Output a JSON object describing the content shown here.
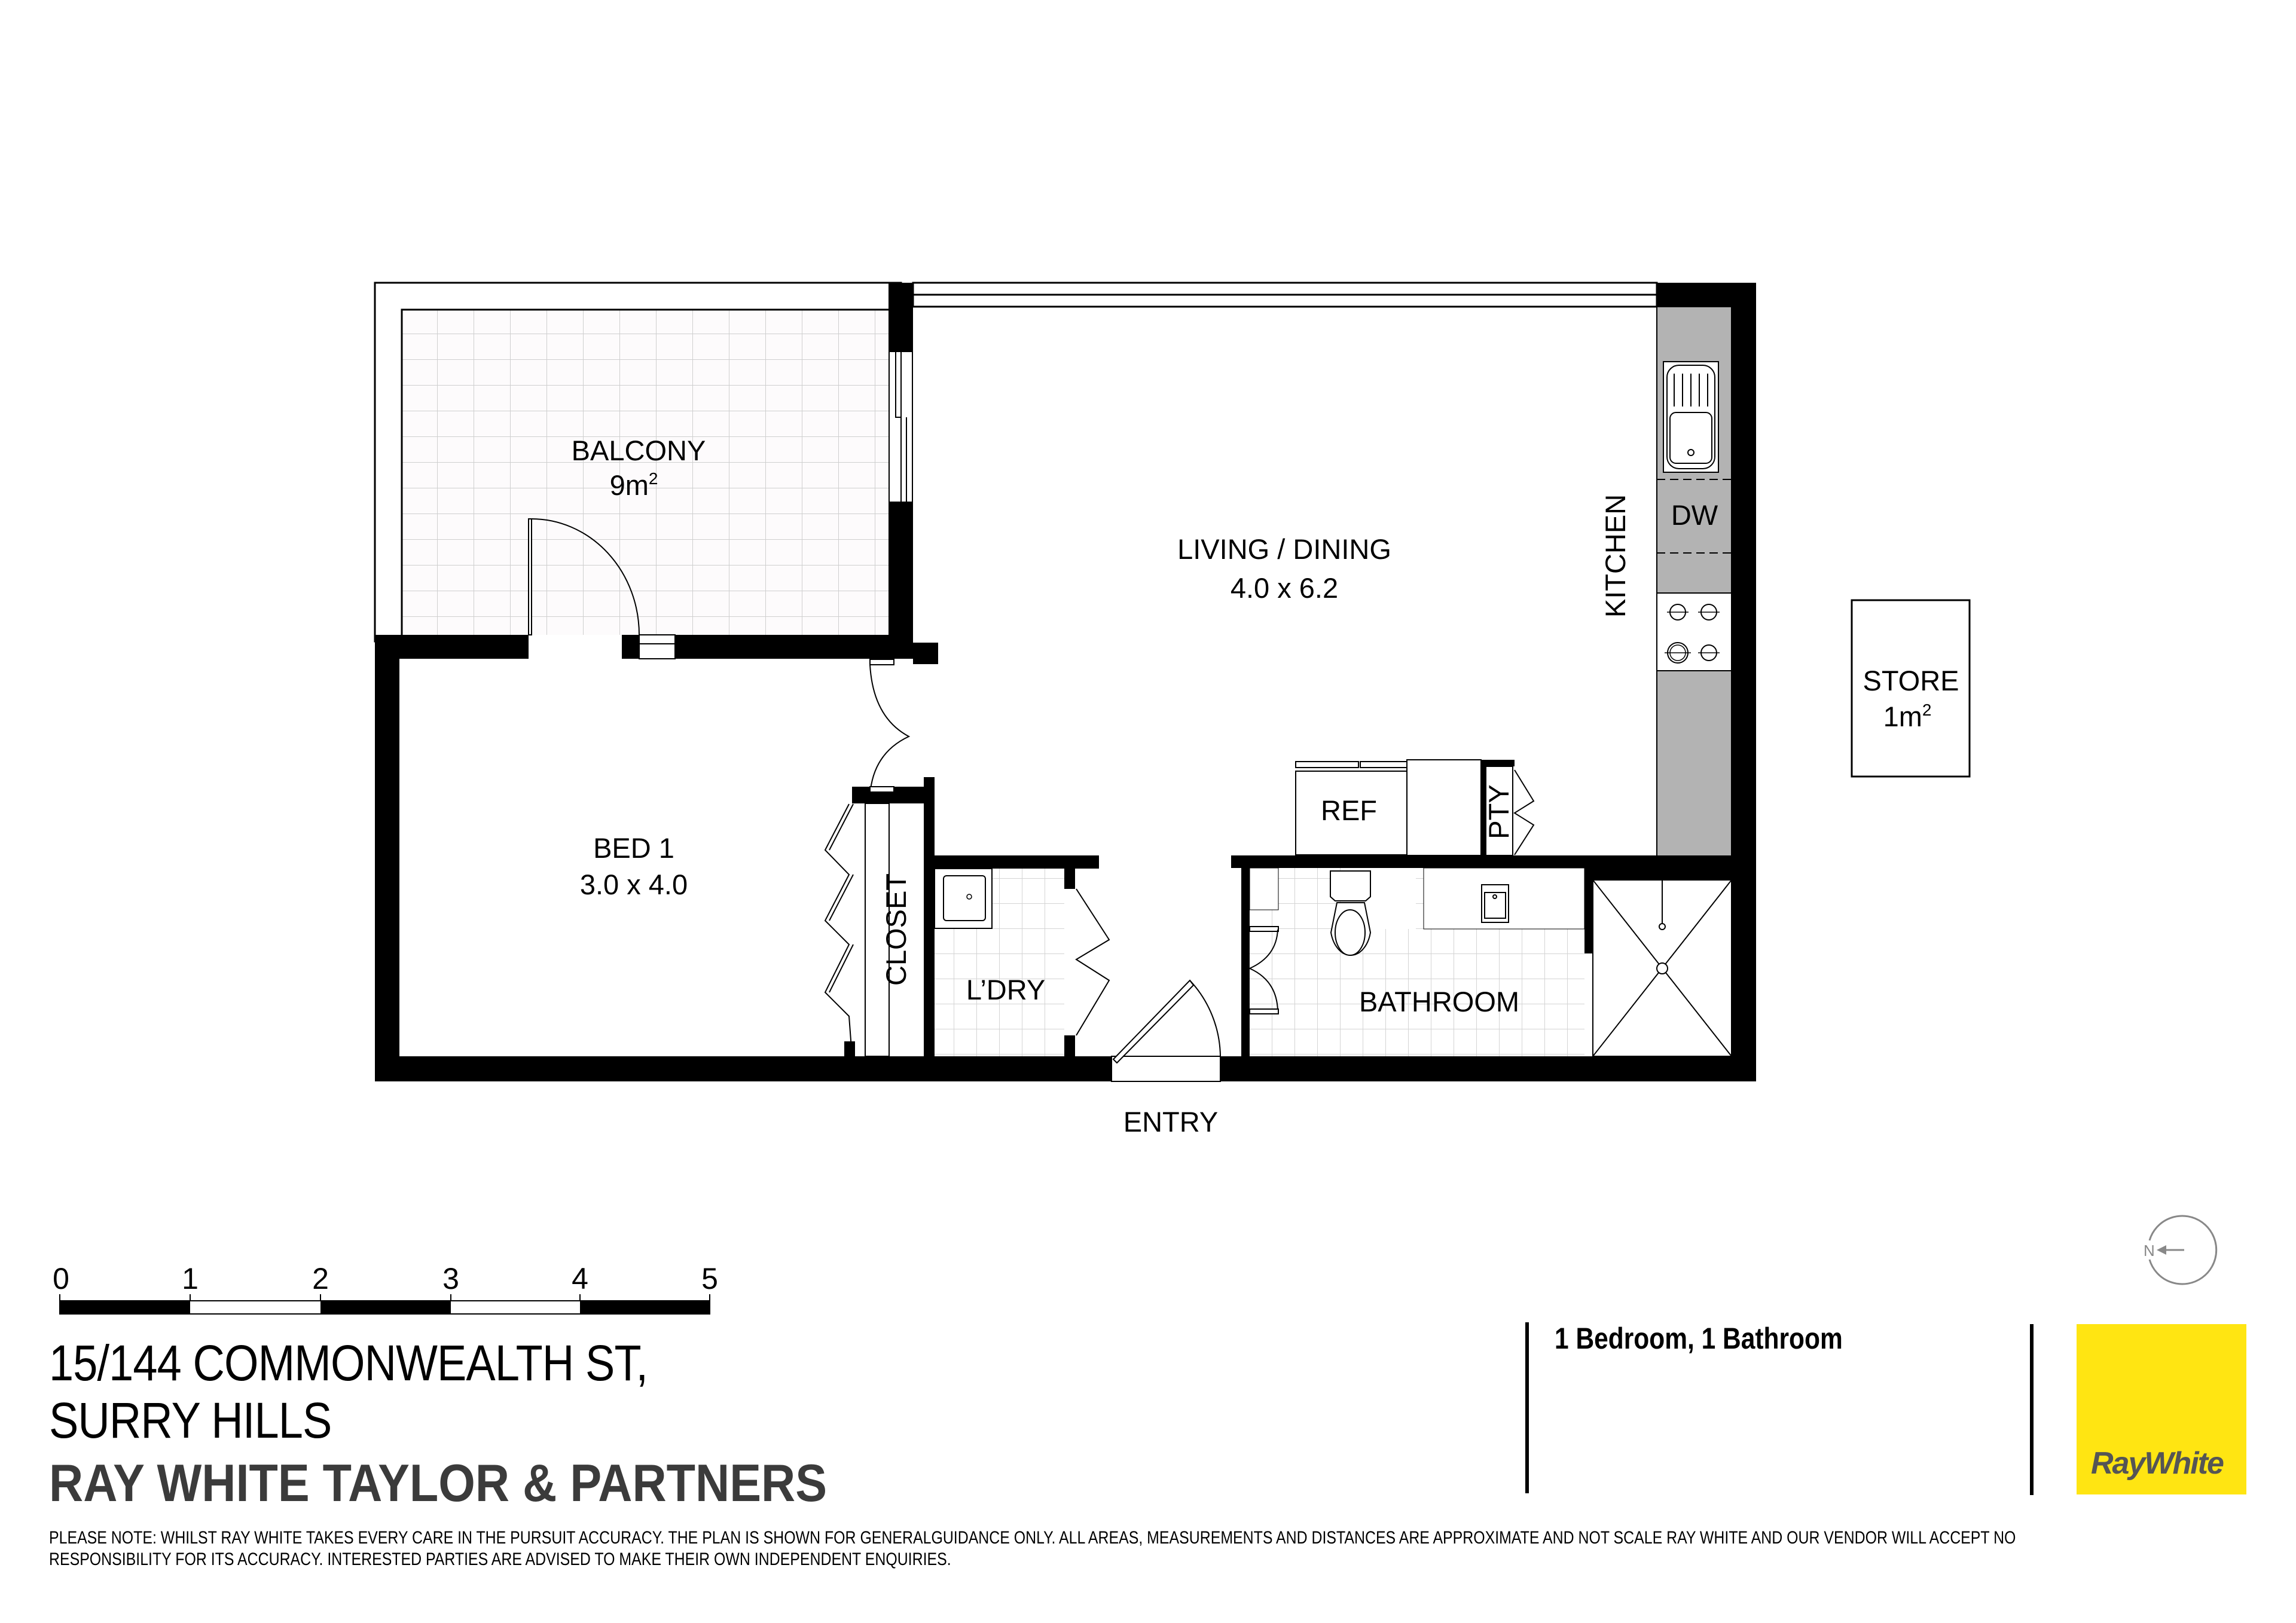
{
  "rooms": {
    "balcony": {
      "name": "BALCONY",
      "area": "9m",
      "unit_sup": "2"
    },
    "living": {
      "name": "LIVING / DINING",
      "dims": "4.0 x 6.2"
    },
    "kitchen": {
      "name": "KITCHEN"
    },
    "dishwasher": {
      "name": "DW"
    },
    "store": {
      "name": "STORE",
      "area": "1m",
      "unit_sup": "2"
    },
    "bed1": {
      "name": "BED 1",
      "dims": "3.0 x 4.0"
    },
    "closet": {
      "name": "CLOSET"
    },
    "laundry": {
      "name": "L’DRY"
    },
    "fridge": {
      "name": "REF"
    },
    "pantry": {
      "name": "PTY"
    },
    "bathroom": {
      "name": "BATHROOM"
    },
    "entry": {
      "name": "ENTRY"
    }
  },
  "scale_bar": {
    "ticks": [
      "0",
      "1",
      "2",
      "3",
      "4",
      "5"
    ]
  },
  "compass": {
    "label": "N"
  },
  "address": {
    "line1": "15/144 COMMONWEALTH ST,",
    "line2": "SURRY HILLS"
  },
  "agency": "RAY WHITE TAYLOR & PARTNERS",
  "features": "1 Bedroom, 1 Bathroom",
  "logo": {
    "text": "RayWhite",
    "color": "#FFE512",
    "text_color": "#555555"
  },
  "disclaimer": {
    "line1": "PLEASE NOTE: WHILST RAY WHITE TAKES EVERY CARE IN THE PURSUIT ACCURACY. THE PLAN IS SHOWN FOR GENERALGUIDANCE ONLY. ALL AREAS, MEASUREMENTS AND DISTANCES ARE APPROXIMATE AND NOT SCALE RAY WHITE AND OUR VENDOR WILL ACCEPT NO",
    "line2": "RESPONSIBILITY FOR ITS ACCURACY. INTERESTED PARTIES ARE ADVISED TO MAKE THEIR OWN INDEPENDENT ENQUIRIES."
  },
  "colors": {
    "wall": "#000000",
    "counter": "#b3b3b3",
    "tile_line": "#cccccc",
    "tile_fill": "#fdfbfc"
  }
}
